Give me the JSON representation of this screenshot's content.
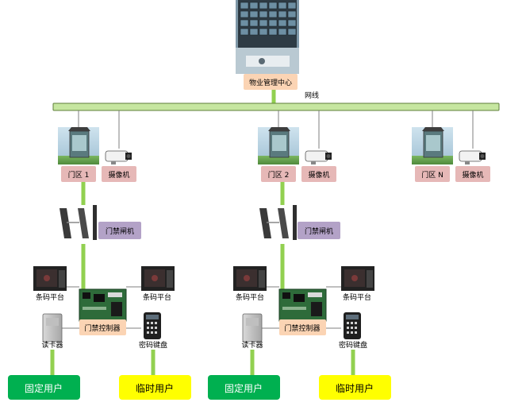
{
  "top": {
    "center_label": "物业管理中心",
    "network_label": "网线"
  },
  "zones": [
    {
      "gate_label": "门区 1",
      "camera_label": "摄像机",
      "turnstile_label": "门禁闸机",
      "barcode_left_label": "条码平台",
      "barcode_right_label": "条码平台",
      "controller_label": "门禁控制器",
      "reader_label": "读卡器",
      "keypad_label": "密码键盘",
      "fixed_user_label": "固定用户",
      "temp_user_label": "临时用户"
    },
    {
      "gate_label": "门区 2",
      "camera_label": "摄像机",
      "turnstile_label": "门禁闸机",
      "barcode_left_label": "条码平台",
      "barcode_right_label": "条码平台",
      "controller_label": "门禁控制器",
      "reader_label": "读卡器",
      "keypad_label": "密码键盘",
      "fixed_user_label": "固定用户",
      "temp_user_label": "临时用户"
    },
    {
      "gate_label": "门区 N",
      "camera_label": "摄像机"
    }
  ],
  "colors": {
    "network_bar": "#C6E6A0",
    "green_line": "#92D050",
    "pink_label": "#E6B8B7",
    "peach_label": "#FBD4B4",
    "purple_label": "#B3A2C7",
    "fixed_user_bg": "#00B050",
    "temp_user_bg": "#FFFF00"
  }
}
